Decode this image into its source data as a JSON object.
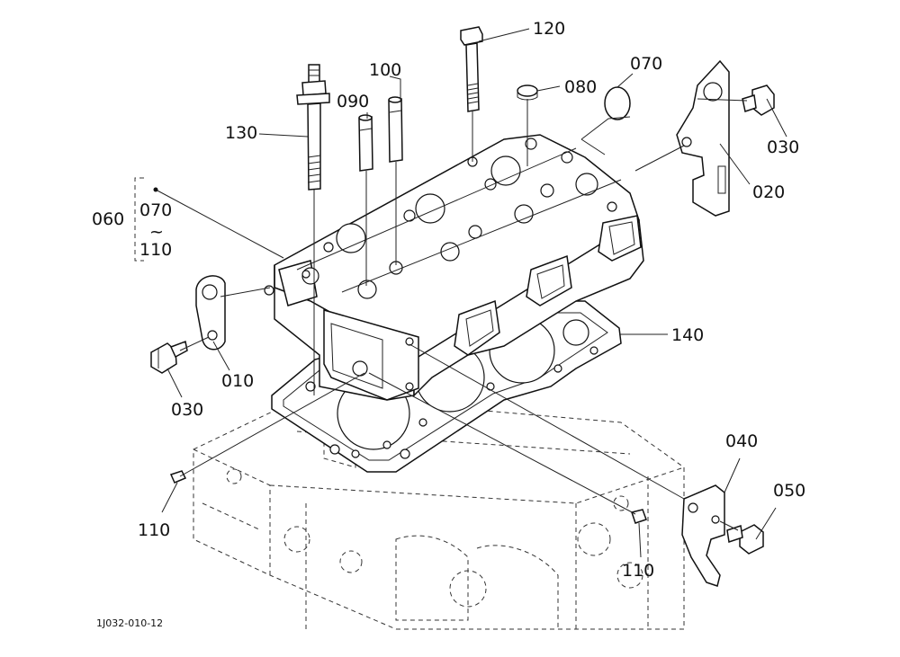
{
  "diagram": {
    "labels": {
      "p120": "120",
      "p100": "100",
      "p090": "090",
      "p080": "080",
      "p070": "070",
      "p130": "130",
      "p060": "060",
      "p060_range_start": "070",
      "p060_range_sep": "~",
      "p060_range_end": "110",
      "p030_right": "030",
      "p020": "020",
      "p140": "140",
      "p010": "010",
      "p030_left": "030",
      "p040": "040",
      "p050": "050",
      "p110_left": "110",
      "p110_right": "110"
    },
    "figure_code": "1J032-010-12"
  }
}
